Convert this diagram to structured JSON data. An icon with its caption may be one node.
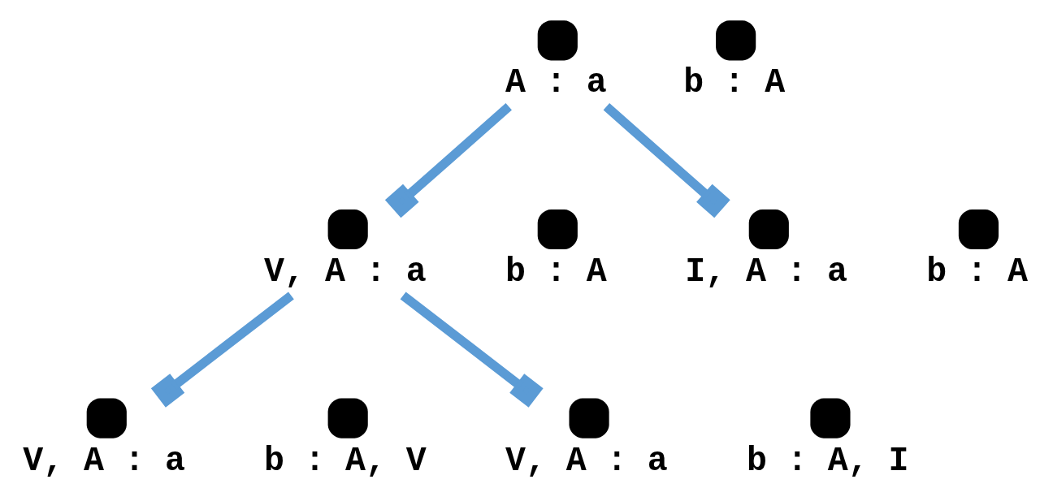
{
  "diagram": {
    "nodes": [
      {
        "text": [],
        "shape": "circle",
        "beside": [
          "A : a"
        ]
      },
      {
        "text": [],
        "shape": "circle",
        "beside": [
          "b : A"
        ]
      },
      {
        "text": [],
        "shape": "circle",
        "beside": [
          "V, A : a"
        ]
      },
      {
        "text": [],
        "shape": "circle",
        "beside": [
          "b : A"
        ]
      },
      {
        "text": [],
        "shape": "circle",
        "beside": [
          "I, A : a"
        ]
      },
      {
        "text": [],
        "shape": "circle",
        "beside": [
          "b : A"
        ]
      },
      {
        "text": [],
        "shape": "circle",
        "beside": [
          "V, A : a"
        ]
      },
      {
        "text": [],
        "shape": "circle",
        "beside": [
          "b : A, V"
        ]
      },
      {
        "text": [],
        "shape": "circle",
        "beside": [
          "V, A : a"
        ]
      },
      {
        "text": [],
        "shape": "circle",
        "beside": [
          "b : A, I"
        ]
      }
    ],
    "edges": [
      {
        "from": 0,
        "to": 2,
        "arrow": "other"
      },
      {
        "from": 0,
        "to": 4,
        "arrow": "other"
      },
      {
        "from": 2,
        "to": 6,
        "arrow": "other"
      },
      {
        "from": 2,
        "to": 8,
        "arrow": "other"
      }
    ]
  }
}
